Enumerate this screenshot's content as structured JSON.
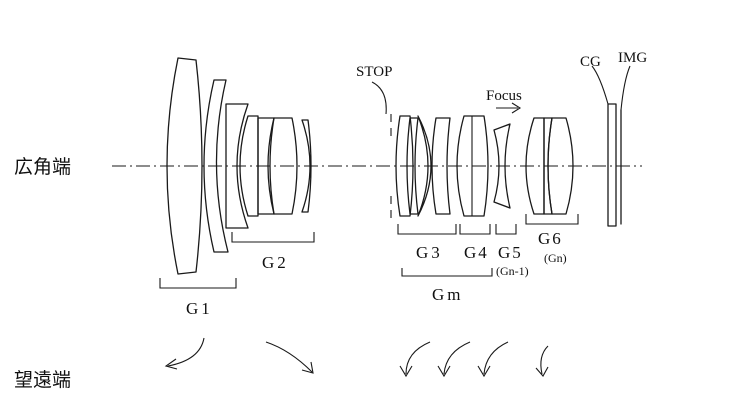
{
  "labels": {
    "wide_end": "広角端",
    "tele_end": "望遠端",
    "stop": "STOP",
    "focus": "Focus",
    "cg": "CG",
    "img": "IMG",
    "g1": "G1",
    "g2": "G2",
    "g3": "G3",
    "g4": "G4",
    "g5": "G5",
    "g5_sub": "(Gn-1)",
    "g6": "G6",
    "g6_sub": "(Gn)",
    "gm": "Gm"
  }
}
